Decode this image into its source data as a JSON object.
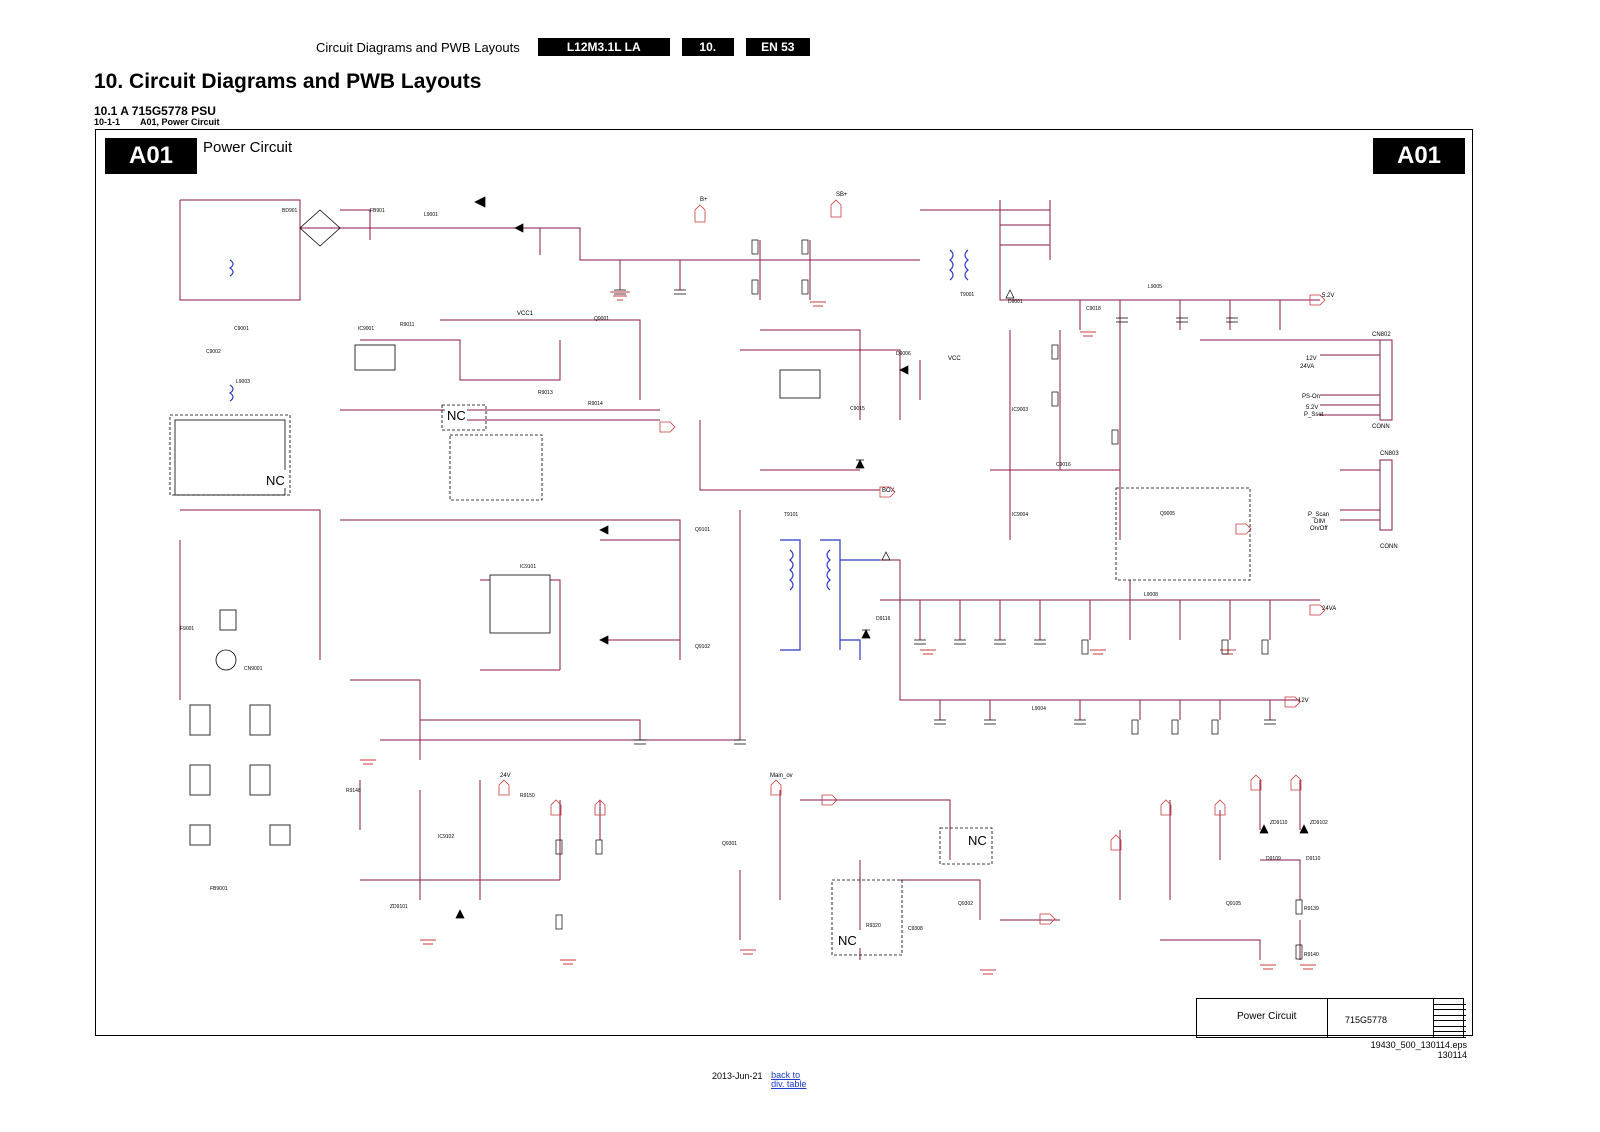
{
  "header": {
    "section": "Circuit Diagrams and PWB Layouts",
    "model": "L12M3.1L LA",
    "chapter": "10.",
    "page": "EN 53"
  },
  "title": "10.  Circuit Diagrams and PWB Layouts",
  "subtitle1": "10.1   A 715G5778 PSU",
  "subtitle2_num": "10-1-1",
  "subtitle2_text": "A01, Power Circuit",
  "diagram": {
    "tag_left": "A01",
    "tag_right": "A01",
    "circuit_title": "Power Circuit",
    "nc_labels": [
      "NC",
      "NC",
      "NC",
      "NC"
    ],
    "rails": [
      "5.2V",
      "24VA",
      "12V",
      "Main_ov",
      "SB+",
      "B+",
      "VCC1",
      "24V",
      "BOX",
      "VCC"
    ],
    "connectors": {
      "cn802": "CN802",
      "cn803": "CN803",
      "cn802_sub": "CONN",
      "cn803_sub": "CONN"
    },
    "connector_signals": [
      "PS-On",
      "5.2V",
      "P_Sset",
      "12V",
      "24VA",
      "DIM",
      "On/Off",
      "P_Scan"
    ],
    "components": [
      "BD901",
      "FB901",
      "L9001",
      "C9001",
      "C9002",
      "F9001",
      "FB9001",
      "L9003",
      "R9011",
      "IC9001",
      "Q9001",
      "T9001",
      "D9001",
      "R9013",
      "R9014",
      "C9015",
      "IC9101",
      "Q9101",
      "Q9102",
      "T9101",
      "D9116",
      "L9004",
      "L9008",
      "CN9001",
      "R9150",
      "R9148",
      "IC9102",
      "ZD9101",
      "Q9301",
      "Q9302",
      "Q9105",
      "R9320",
      "C9308",
      "ZD9110",
      "ZD9102",
      "D9109",
      "D9110",
      "R9139",
      "R9140",
      "L9005",
      "IC9003",
      "IC9004",
      "Q9005",
      "D9006",
      "C9016",
      "C9018"
    ],
    "footer_box": {
      "left": "Power Circuit",
      "right": "715G5778"
    }
  },
  "file_ref": "19430_500_130114.eps",
  "file_ref2": "130114",
  "date": "2013-Jun-21",
  "back_link": "back to",
  "back_link2": "div. table"
}
